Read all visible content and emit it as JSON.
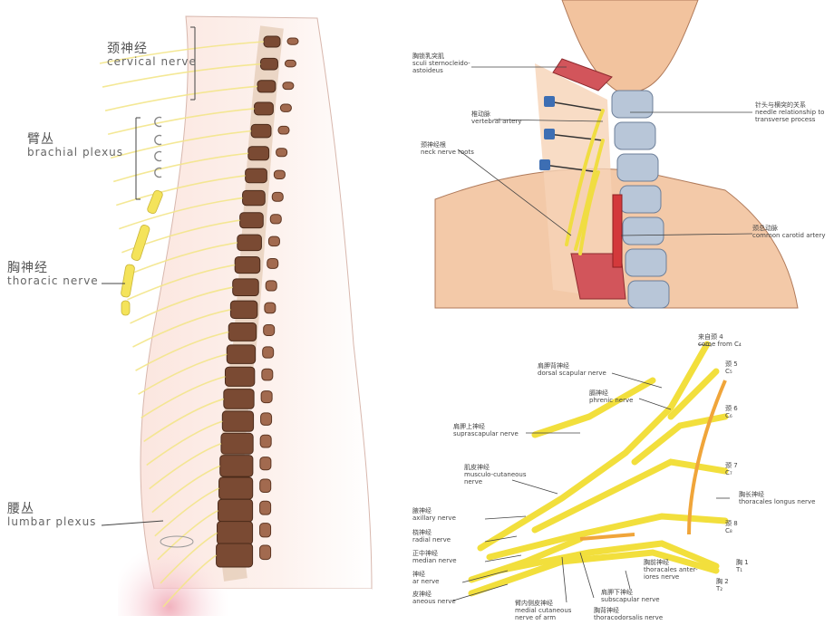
{
  "left_panel": {
    "cervical": {
      "cn": "颈神经",
      "en": "cervical nerve"
    },
    "brachial": {
      "cn": "臂丛",
      "en": "brachial plexus"
    },
    "thoracic": {
      "cn": "胸神经",
      "en": "thoracic nerve"
    },
    "lumbar": {
      "cn": "腰丛",
      "en": "lumbar plexus"
    }
  },
  "neck_panel": {
    "scm": {
      "cn": "胸锁乳突肌",
      "en1": "sculi sternocleido-",
      "en2": "astoideus"
    },
    "vertebral_artery": {
      "cn": "椎动脉",
      "en": "vertebral artery"
    },
    "neck_roots": {
      "cn": "颈神经根",
      "en": "neck nerve roots"
    },
    "needle": {
      "cn": "针头与横突的关系",
      "en1": "needle relationship to",
      "en2": "transverse process"
    },
    "carotid": {
      "cn": "颈总动脉",
      "en": "common carotid artery"
    }
  },
  "plexus_panel": {
    "c4": {
      "cn": "来自颈 4",
      "en": "come from C₄"
    },
    "c5": {
      "cn": "颈 5",
      "en": "C₅"
    },
    "c6": {
      "cn": "颈 6",
      "en": "C₆"
    },
    "c7": {
      "cn": "颈 7",
      "en": "C₇"
    },
    "c8": {
      "cn": "颈 8",
      "en": "C₈"
    },
    "t1": {
      "cn": "胸 1",
      "en": "T₁"
    },
    "t2": {
      "cn": "胸 2",
      "en": "T₂"
    },
    "dorsal_scapular": {
      "cn": "肩胛背神经",
      "en": "dorsal scapular nerve"
    },
    "phrenic": {
      "cn": "膈神经",
      "en": "phrenic nerve"
    },
    "suprascapular": {
      "cn": "肩胛上神经",
      "en": "suprascapular nerve"
    },
    "musculocutaneous": {
      "cn": "肌皮神经",
      "en1": "musculo-cutaneous",
      "en2": "nerve"
    },
    "long_thoracic": {
      "cn": "胸长神经",
      "en": "thoracales longus nerve"
    },
    "axillary": {
      "cn": "腋神经",
      "en": "axillary nerve"
    },
    "radial": {
      "cn": "桡神经",
      "en": "radial nerve"
    },
    "median": {
      "cn": "正中神经",
      "en": "median nerve"
    },
    "ulnar": {
      "cn": "神经",
      "en": "ar nerve"
    },
    "cutaneous": {
      "cn": "皮神经",
      "en": "aneous nerve"
    },
    "anterior_thoracic": {
      "cn": "胸前神经",
      "en1": "thoracales anter-",
      "en2": "iores nerve"
    },
    "subscapular": {
      "cn": "肩胛下神经",
      "en": "subscapular nerve"
    },
    "medial_cutaneous": {
      "cn": "臂内侧皮神经",
      "en1": "medial cutaneous",
      "en2": "nerve of arm"
    },
    "thoracodorsal": {
      "cn": "胸背神经",
      "en": "thoracodorsalis nerve"
    }
  }
}
